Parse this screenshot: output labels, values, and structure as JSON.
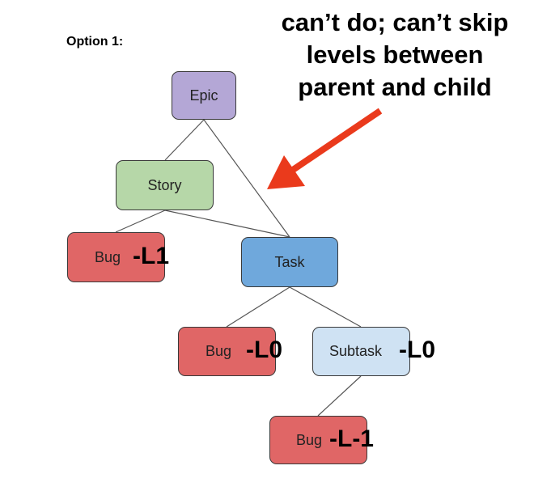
{
  "option_label": "Option 1:",
  "note": {
    "lines": [
      "can’t do; can’t skip",
      "levels between",
      "parent and child"
    ]
  },
  "nodes": {
    "epic": "Epic",
    "story": "Story",
    "task": "Task",
    "bug_story": "Bug",
    "bug_task": "Bug",
    "subtask": "Subtask",
    "bug_subtask": "Bug"
  },
  "level_tags": {
    "bug_story": "-L1",
    "bug_task": "-L0",
    "subtask": "-L0",
    "bug_subtask": "-L-1"
  },
  "colors": {
    "epic": "#b4a7d6",
    "story": "#b6d7a8",
    "task": "#6fa8dc",
    "bug": "#e06666",
    "subtask": "#cfe2f3",
    "arrow": "#ea3a1c",
    "connector": "#555555"
  }
}
